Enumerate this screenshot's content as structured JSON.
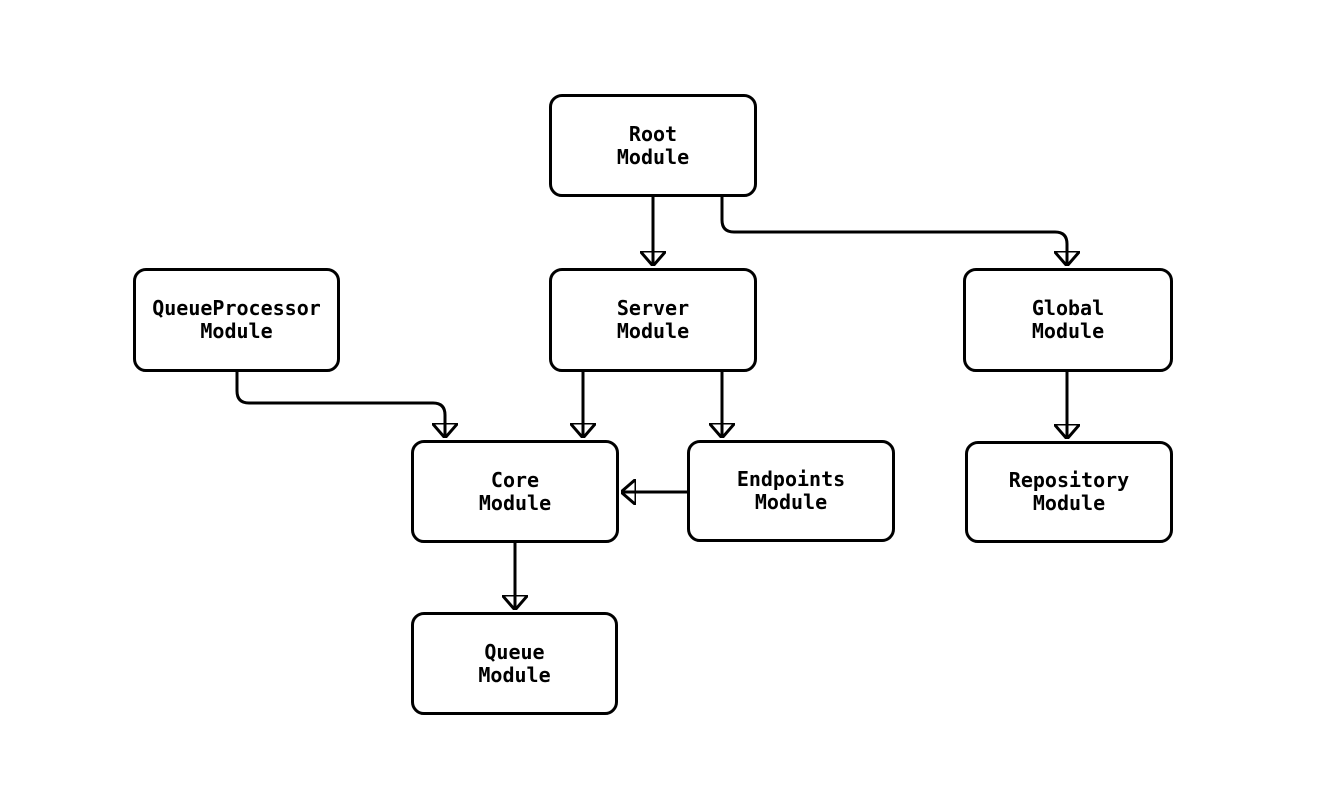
{
  "diagram": {
    "type": "flowchart",
    "colors": {
      "background": "#ffffff",
      "node_fill": "#ffffff",
      "node_border": "#000000",
      "edge": "#000000",
      "text": "#000000"
    },
    "nodes": [
      {
        "id": "root",
        "line1": "Root",
        "line2": "Module"
      },
      {
        "id": "queueprocessor",
        "line1": "QueueProcessor",
        "line2": "Module"
      },
      {
        "id": "server",
        "line1": "Server",
        "line2": "Module"
      },
      {
        "id": "global",
        "line1": "Global",
        "line2": "Module"
      },
      {
        "id": "core",
        "line1": "Core",
        "line2": "Module"
      },
      {
        "id": "endpoints",
        "line1": "Endpoints",
        "line2": "Module"
      },
      {
        "id": "repository",
        "line1": "Repository",
        "line2": "Module"
      },
      {
        "id": "queue",
        "line1": "Queue",
        "line2": "Module"
      }
    ],
    "edges": [
      {
        "from": "Root Module",
        "to": "Server Module"
      },
      {
        "from": "Root Module",
        "to": "Global Module"
      },
      {
        "from": "QueueProcessor Module",
        "to": "Core Module"
      },
      {
        "from": "Server Module",
        "to": "Core Module"
      },
      {
        "from": "Server Module",
        "to": "Endpoints Module"
      },
      {
        "from": "Endpoints Module",
        "to": "Core Module"
      },
      {
        "from": "Core Module",
        "to": "Queue Module"
      },
      {
        "from": "Global Module",
        "to": "Repository Module"
      }
    ]
  }
}
